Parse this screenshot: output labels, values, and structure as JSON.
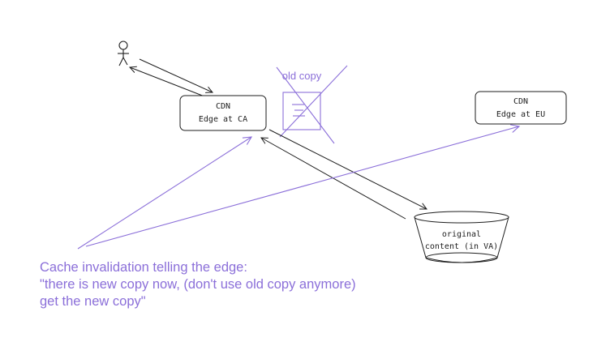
{
  "nodes": {
    "edge_ca": {
      "line1": "CDN",
      "line2": "Edge at CA"
    },
    "edge_eu": {
      "line1": "CDN",
      "line2": "Edge at EU"
    },
    "origin": {
      "line1": "original",
      "line2": "content (in VA)"
    },
    "old_copy": {
      "label": "old copy"
    }
  },
  "caption": {
    "line1": "Cache invalidation telling the edge:",
    "line2": "\"there is new copy now, (don't use old copy anymore)",
    "line3": "get the new copy\""
  },
  "colors": {
    "ink": "#1e1e1e",
    "accent": "#8b6fd9"
  },
  "icons": {
    "user": "stick-figure-icon",
    "document": "document-icon",
    "storage": "bucket-icon"
  }
}
